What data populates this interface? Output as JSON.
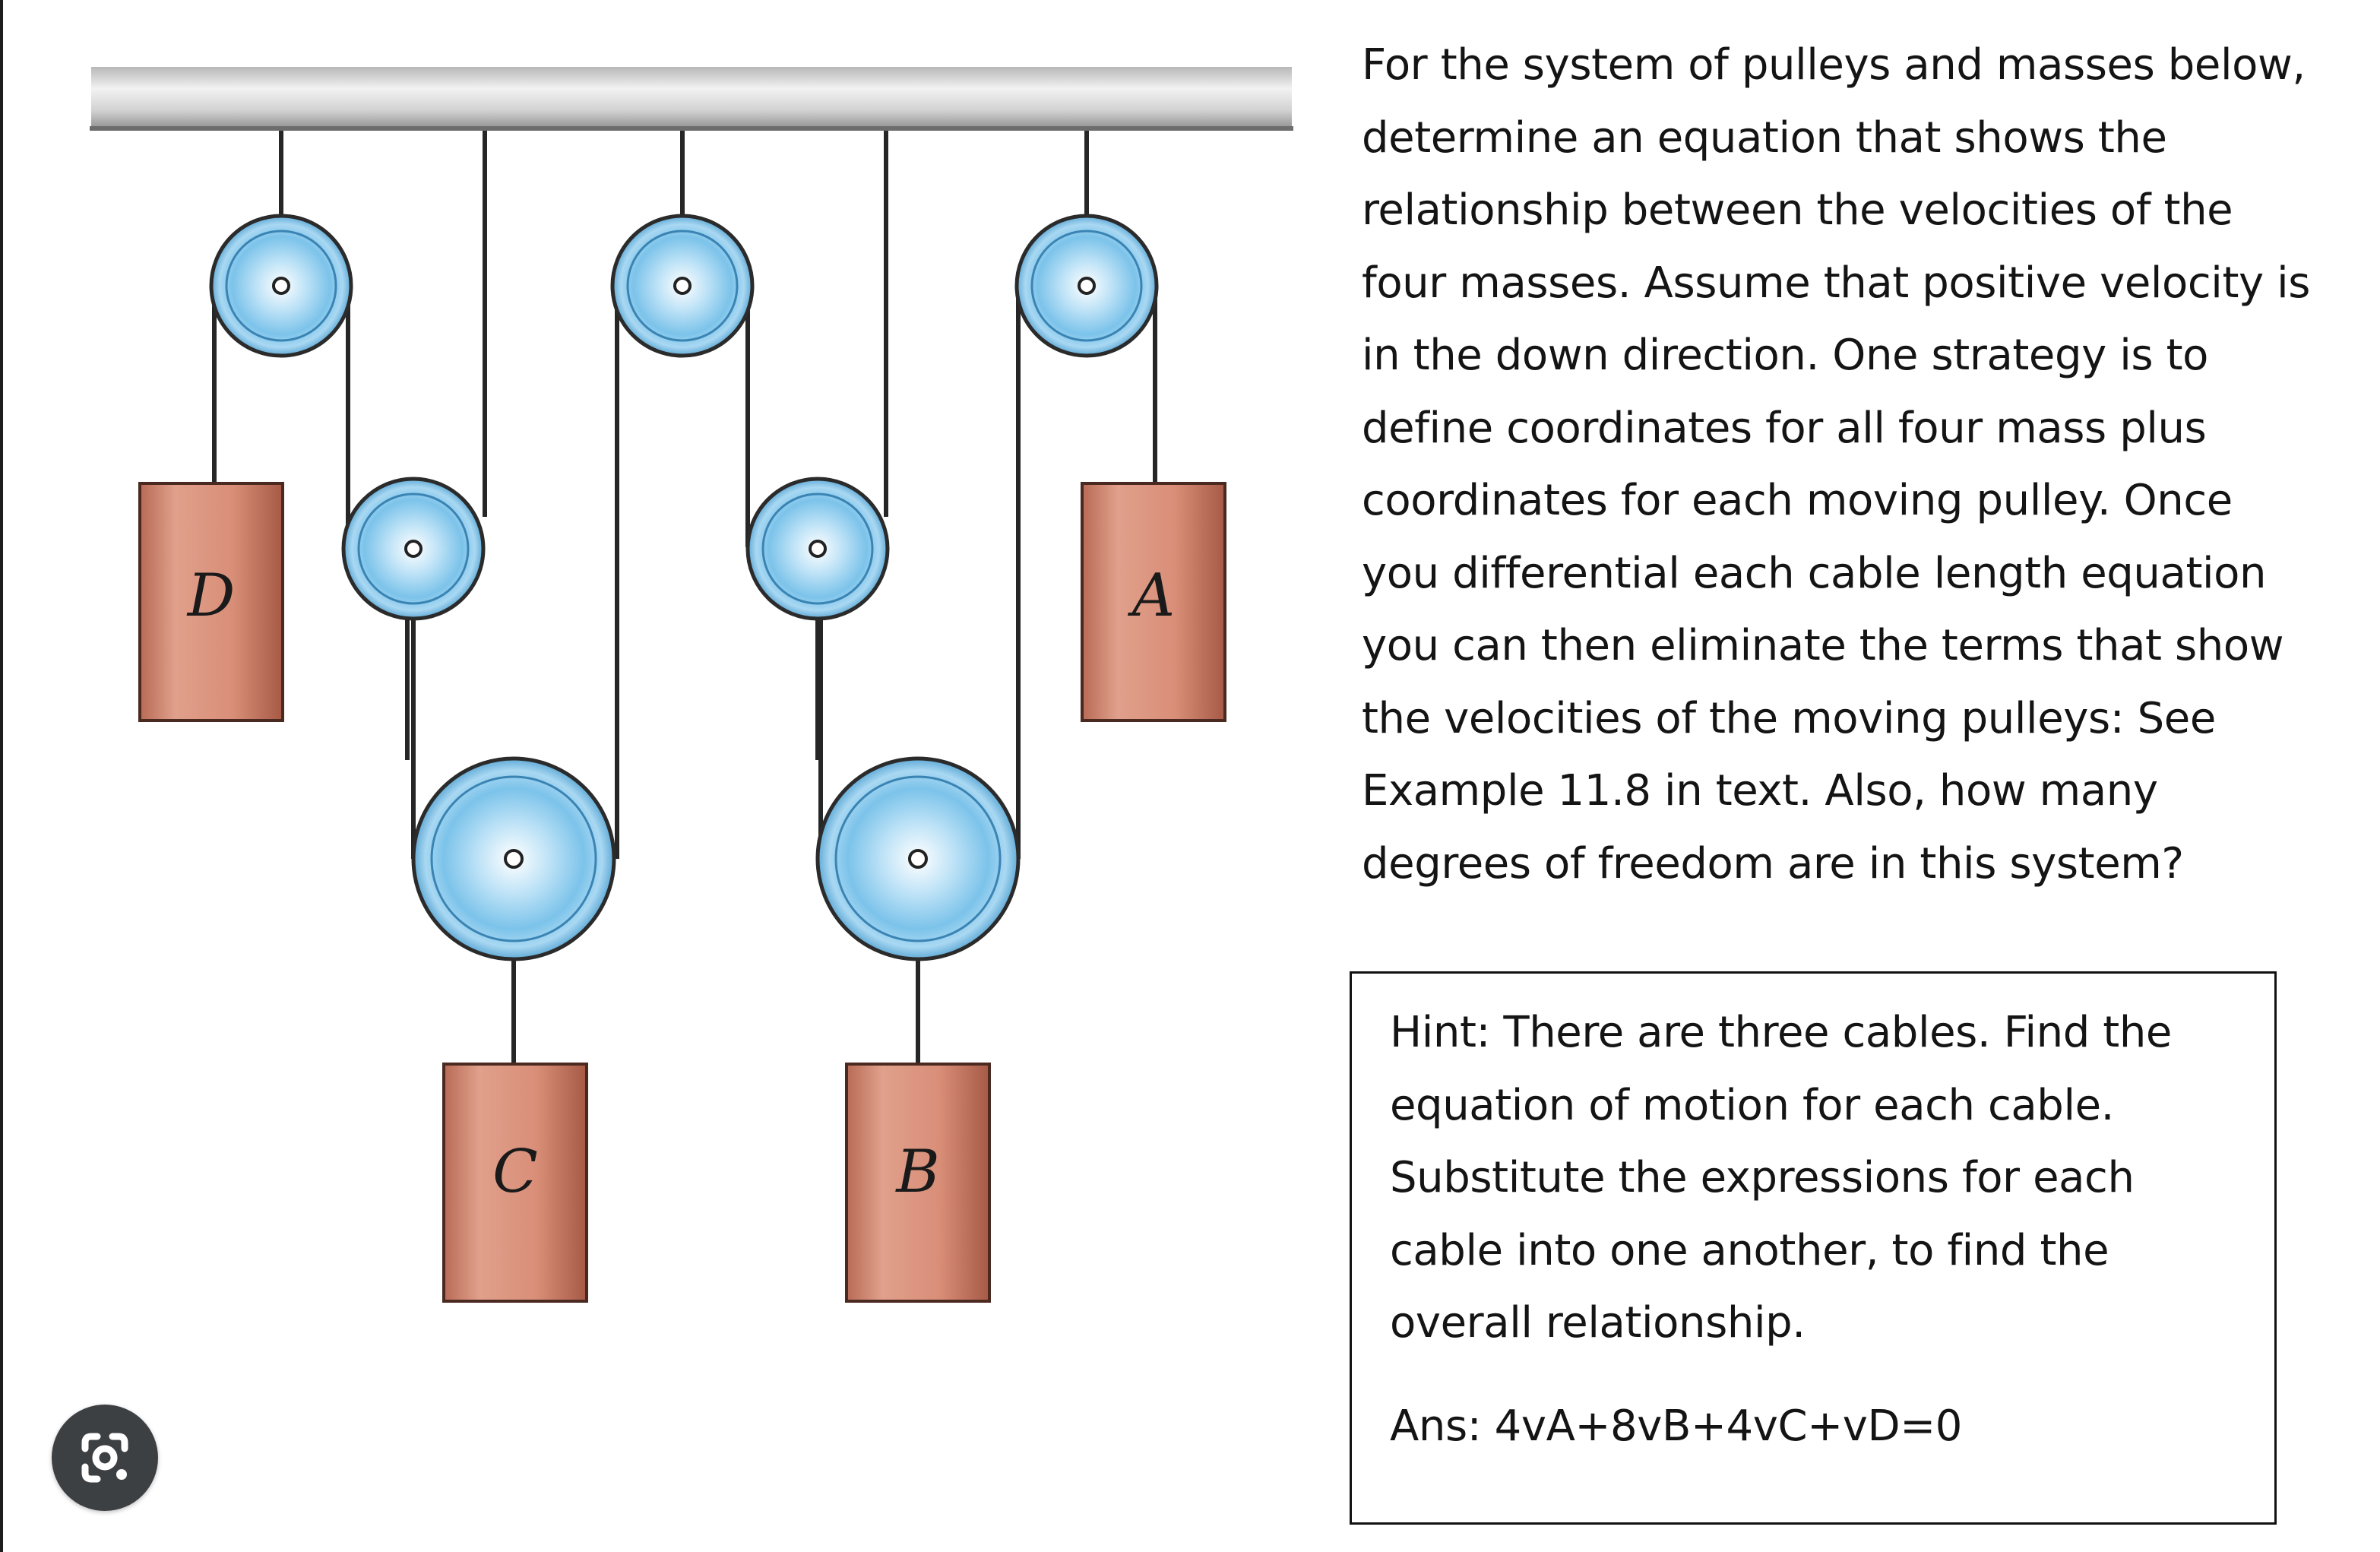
{
  "colors": {
    "ceiling_dark": "#9a9a9a",
    "ceiling_light": "#ececec",
    "mass_fill": "#d98e78",
    "mass_shade": "#b86a55",
    "pulley_blue": "#7cc3ea",
    "cable": "#2a2a2a",
    "lens_button": "#3d4043"
  },
  "diagram": {
    "mass_labels": {
      "A": "A",
      "B": "B",
      "C": "C",
      "D": "D"
    }
  },
  "problem": {
    "lines": [
      "For the system of pulleys and masses below,",
      "determine an equation that shows the",
      "relationship between the velocities of the",
      "four masses. Assume that positive velocity is",
      "in the down direction.   One strategy is to",
      "define coordinates for all four mass plus",
      "coordinates for each moving pulley.  Once",
      "you differential each cable length equation",
      "you can then eliminate the terms that show",
      "the velocities of the moving pulleys: See",
      "Example 11.8 in text. Also, how many",
      "degrees of freedom are in this system?"
    ]
  },
  "hint": {
    "lines": [
      "Hint: There are three cables. Find the",
      "equation of motion for each cable.",
      "Substitute the expressions for each",
      "cable into one another, to find the",
      "overall relationship."
    ],
    "answer": "Ans:  4vA+8vB+4vC+vD=0"
  },
  "lens_button": {
    "icon": "google-lens-icon"
  }
}
